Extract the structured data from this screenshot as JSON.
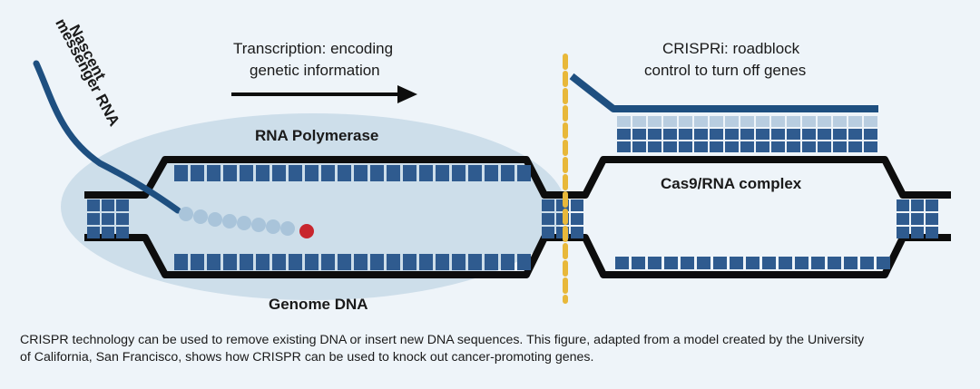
{
  "labels": {
    "nascent_line1": "Nascent",
    "nascent_line2": "messenger RNA",
    "transcription_line1": "Transcription: encoding",
    "transcription_line2": "genetic information",
    "rna_polymerase": "RNA Polymerase",
    "genome_dna": "Genome DNA",
    "crispri_line1": "CRISPRi: roadblock",
    "crispri_line2": "control to turn off genes",
    "cas9_complex": "Cas9/RNA complex"
  },
  "caption": {
    "line1": "CRISPR technology can be used to remove existing DNA or insert new DNA sequences. This figure, adapted from a model created by the University",
    "line2": "of California, San Francisco, shows how CRISPR can be used to knock out cancer-promoting genes."
  },
  "colors": {
    "background": "#eef4f9",
    "dna_strand": "#0d0d0d",
    "base_pair_dark": "#2f5b8f",
    "base_pair_light": "#b8cde0",
    "polymerase_ellipse": "#c7d9e8",
    "rna_strand": "#1e4f80",
    "nascent_rna_bead": "#a9c4da",
    "polymerase_active_site": "#c8262e",
    "roadblock_line": "#e8b83a"
  }
}
